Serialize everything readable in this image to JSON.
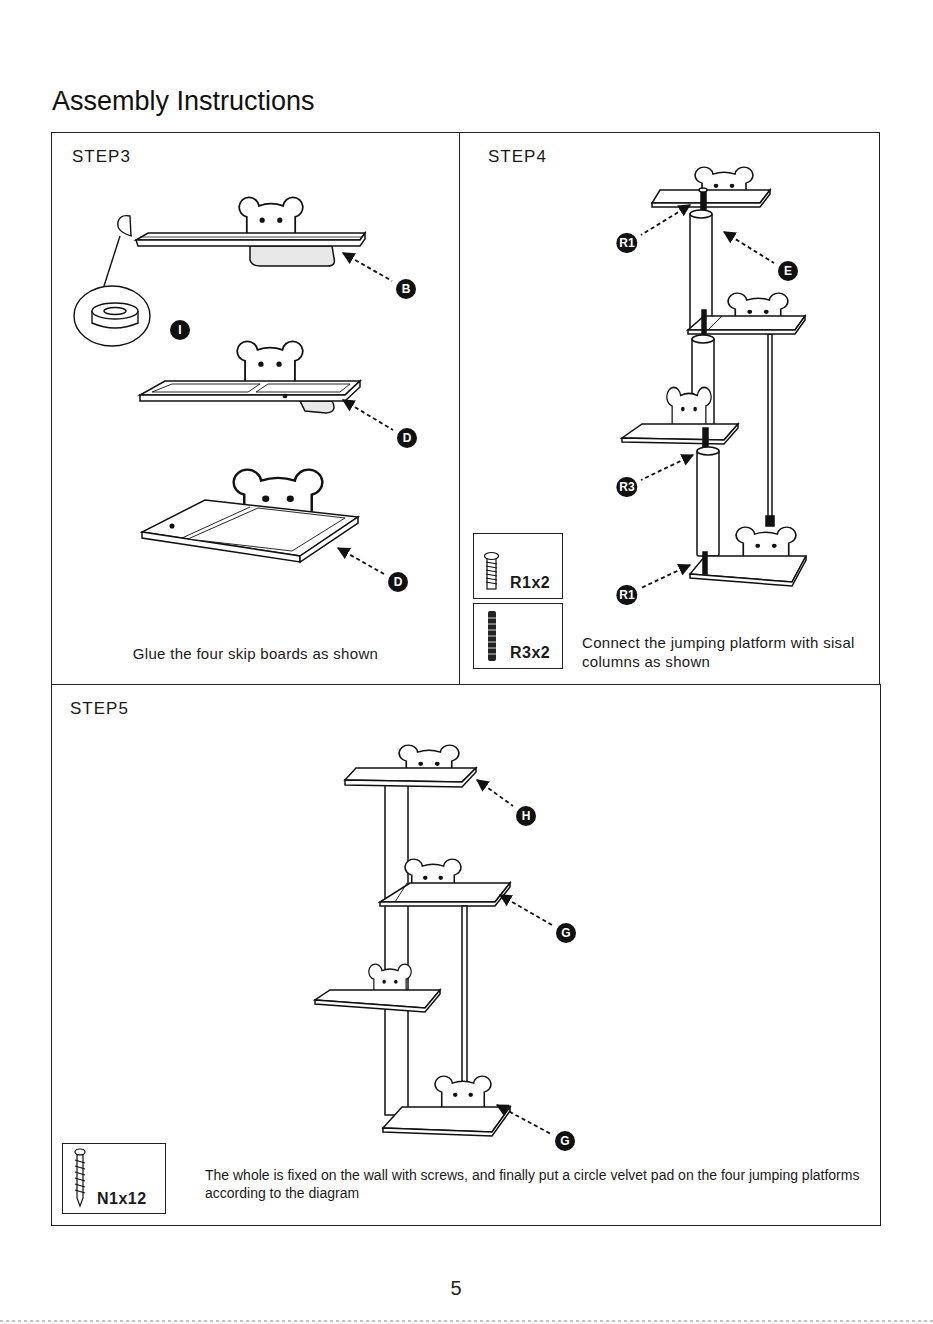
{
  "diagram": {
    "title": "Assembly Instructions",
    "nodes": [
      {
        "text": [
          "STEP3",
          "Glue the four skip boards as shown"
        ]
      },
      {
        "text": [
          "STEP4",
          "Connect the jumping platform with sisal columns as shown"
        ]
      },
      {
        "text": [
          "R1x2"
        ],
        "in": 1
      },
      {
        "text": [
          "R3x2"
        ],
        "in": 1
      },
      {
        "text": [
          "STEP5",
          "The whole is fixed on the wall with screws, and finally put a circle velvet pad on the four jumping platforms according to the diagram"
        ]
      },
      {
        "text": [
          "N1x12"
        ],
        "in": 4
      }
    ],
    "labels": [
      "B",
      "I",
      "D",
      "D",
      "R1",
      "E",
      "R3",
      "R1",
      "H",
      "G",
      "G",
      "5"
    ]
  }
}
